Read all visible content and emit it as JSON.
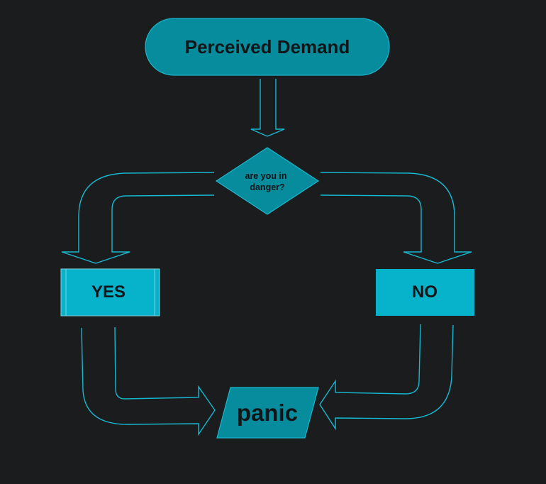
{
  "diagram": {
    "start": "Perceived Demand",
    "decision": {
      "line1": "are you in",
      "line2": "danger?"
    },
    "yes": "YES",
    "no": "NO",
    "outcome": "panic"
  },
  "colors": {
    "background": "#1b1c1e",
    "terminator_fill": "#068c9c",
    "process_fill": "#07b3cb",
    "outline": "#18b7d0",
    "text": "#111518"
  }
}
